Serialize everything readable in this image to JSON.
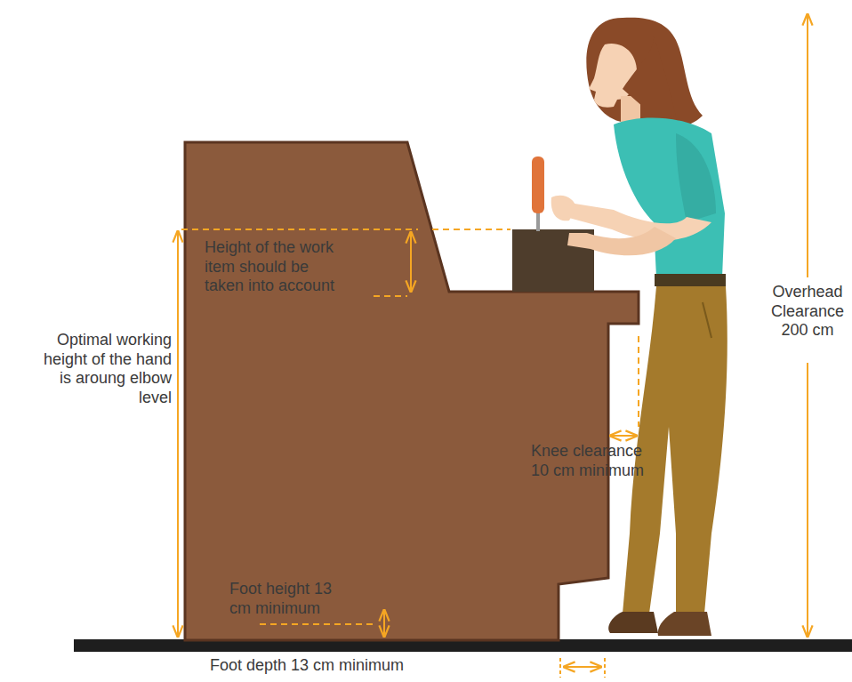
{
  "diagram": {
    "labels": [
      "Height of the work item should be taken into account",
      "Optimal working height of the hand is aroung elbow level",
      "Knee clearance 10 cm minimum",
      "Foot height 13 cm minimum",
      "Foot depth 13 cm minimum",
      "Overhead Clearance 200 cm"
    ]
  }
}
